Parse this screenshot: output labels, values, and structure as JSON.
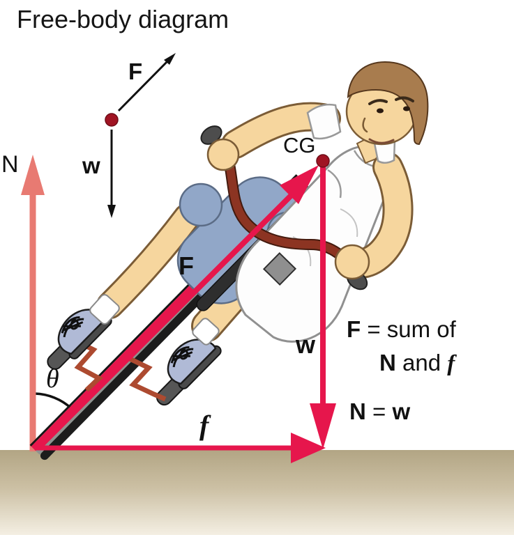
{
  "title": "Free-body diagram",
  "inset": {
    "force_label": "F",
    "weight_label": "w"
  },
  "labels": {
    "normal": "N",
    "applied_force": "F",
    "weight": "w",
    "friction": "f",
    "angle": "θ",
    "center_of_gravity": "CG"
  },
  "annotations": {
    "force_sum": {
      "f": "F",
      "equals_sum": " = sum of",
      "n": "N",
      "and": " and ",
      "friction": "f"
    },
    "normal_weight": {
      "n": "N",
      "equals": " = ",
      "w": "w"
    }
  },
  "colors": {
    "arrow_crimson": "#e6164c",
    "normal_arrow_salmon": "#e87a72",
    "point_dark_red": "#a01423",
    "ground_tan": "#b2a584",
    "handle_brown": "#8c3422",
    "spring_red": "#ad4a30",
    "skin": "#f6d69e",
    "hair": "#a87c4e",
    "shorts_blue": "#91a7c8",
    "shoe_blue": "#b0bad6"
  }
}
